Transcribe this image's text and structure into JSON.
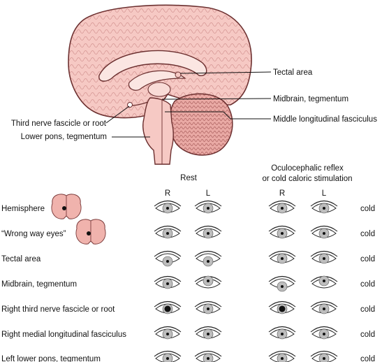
{
  "brain_labels": {
    "tectal_area": "Tectal area",
    "midbrain_tegmentum": "Midbrain, tegmentum",
    "middle_longitudinal_fasciculus": "Middle longitudinal fasciculus",
    "third_nerve": "Third nerve fascicle or root",
    "lower_pons": "Lower pons, tegmentum"
  },
  "headers": {
    "rest": "Rest",
    "reflex_line1": "Oculocephalic reflex",
    "reflex_line2": "or cold caloric stimulation",
    "right": "R",
    "left": "L"
  },
  "rows": [
    {
      "label": "Hemisphere",
      "stimulus": "cold",
      "brain_icon": true,
      "rest": {
        "R": "center",
        "L": "center"
      },
      "reflex": {
        "R": "center",
        "L": "center"
      }
    },
    {
      "label": "“Wrong way eyes”",
      "stimulus": "cold",
      "brain_icon": true,
      "rest": {
        "R": "center",
        "L": "center"
      },
      "reflex": {
        "R": "center",
        "L": "center"
      }
    },
    {
      "label": "Tectal area",
      "stimulus": "cold",
      "brain_icon": false,
      "rest": {
        "R": "down",
        "L": "down"
      },
      "reflex": {
        "R": "center",
        "L": "center"
      }
    },
    {
      "label": "Midbrain, tegmentum",
      "stimulus": "cold",
      "brain_icon": false,
      "rest": {
        "R": "center",
        "L": "up"
      },
      "reflex": {
        "R": "down",
        "L": "up"
      }
    },
    {
      "label": "Right third nerve fascicle or root",
      "stimulus": "cold",
      "brain_icon": false,
      "rest": {
        "R": "dilated",
        "L": "center"
      },
      "reflex": {
        "R": "dilated",
        "L": "center"
      }
    },
    {
      "label": "Right medial longitudinal fasciculus",
      "stimulus": "cold",
      "brain_icon": false,
      "rest": {
        "R": "center",
        "L": "center"
      },
      "reflex": {
        "R": "center",
        "L": "center"
      }
    },
    {
      "label": "Left lower pons, tegmentum",
      "stimulus": "cold",
      "brain_icon": false,
      "rest": {
        "R": "center",
        "L": "center"
      },
      "reflex": {
        "R": "center",
        "L": "center"
      }
    }
  ]
}
